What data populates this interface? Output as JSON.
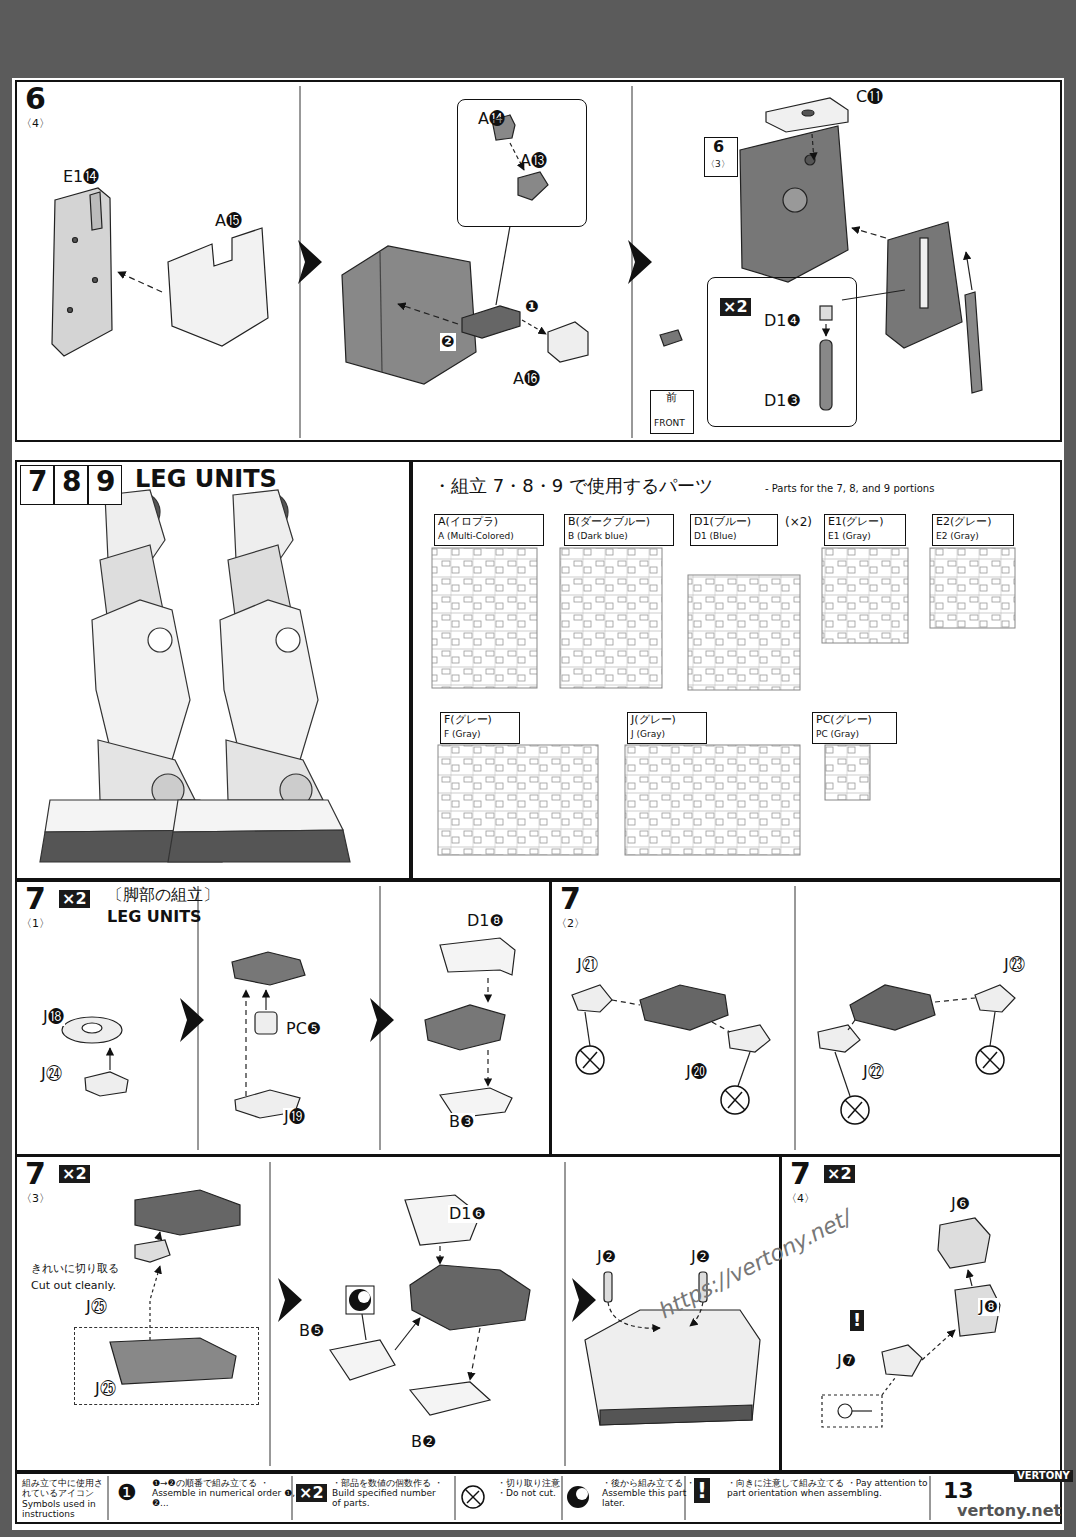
{
  "diagram": {
    "nodes": [
      {
        "text": [
          "6",
          "〈4〉"
        ]
      },
      {
        "text": [
          "A⓮",
          "A⓭"
        ],
        "in": 0
      },
      {
        "text": [
          "6",
          "〈3〉"
        ],
        "in": 0
      },
      {
        "text": [
          "×2",
          "D1❹",
          "D1❸"
        ],
        "in": 0
      },
      {
        "text": [
          "前",
          "FRONT"
        ],
        "in": 0
      },
      {
        "text": [
          "LEG UNITS"
        ]
      },
      {
        "text": [
          "7"
        ],
        "in": 5
      },
      {
        "text": [
          "8"
        ],
        "in": 5
      },
      {
        "text": [
          "9"
        ],
        "in": 5
      },
      {
        "text": [
          "・組立 7・8・9 で使用するパーツ",
          "- Parts for the 7, 8, and 9 portions"
        ]
      },
      {
        "text": [
          "A(イロプラ)",
          "A (Multi-Colored)"
        ],
        "in": 9
      },
      {
        "text": [
          "B(ダークブルー)",
          "B (Dark blue)"
        ],
        "in": 9
      },
      {
        "text": [
          "D1(ブルー)",
          "D1 (Blue)"
        ],
        "in": 9
      },
      {
        "text": [
          "E1(グレー)",
          "E1 (Gray)"
        ],
        "in": 9
      },
      {
        "text": [
          "E2(グレー)",
          "E2 (Gray)"
        ],
        "in": 9
      },
      {
        "text": [
          "F(グレー)",
          "F (Gray)"
        ],
        "in": 9
      },
      {
        "text": [
          "J(グレー)",
          "J (Gray)"
        ],
        "in": 9
      },
      {
        "text": [
          "PC(グレー)",
          "PC (Gray)"
        ],
        "in": 9
      },
      {
        "text": [
          "7",
          "〈1〉",
          "×2",
          "〔脚部の組立〕",
          "LEG UNITS"
        ]
      },
      {
        "text": [
          "7",
          "〈2〉"
        ]
      },
      {
        "text": [
          "7",
          "〈3〉",
          "×2"
        ]
      },
      {
        "text": [
          "J㉕"
        ],
        "in": 20
      },
      {
        "text": [
          "7",
          "〈4〉",
          "×2"
        ]
      },
      {
        "text": [
          "組み立て中に使用されているアイコン Symbols used in instructions"
        ]
      }
    ],
    "labels": [
      "E1⓮",
      "A⓯",
      "❶",
      "❷",
      "A⓰",
      "C⓫",
      "J⓲",
      "J㉔",
      "PC❺",
      "J⓳",
      "D1❽",
      "B❸",
      "J㉑",
      "J⓴",
      "J㉓",
      "J㉒",
      "きれいに切り取る",
      "Cut out cleanly.",
      "J㉕",
      "D1❻",
      "B❺",
      "B❷",
      "J❷",
      "J❷",
      "J❻",
      "J❽",
      "J❼",
      "(×2)",
      "13",
      "https://vertony.net/",
      "VERTONY",
      "vertony.net",
      "❶",
      "×2",
      "!",
      "!"
    ],
    "legend": [
      {
        "text": "❶→❷の順番で組み立てる ・Assemble in numerical order ❶, ❷..."
      },
      {
        "text": "・部品を数値の個数作る ・Build specified number of parts."
      },
      {
        "text": "・切り取り注意 ・Do not cut."
      },
      {
        "text": "・後から組み立てる ・Assemble this part later."
      },
      {
        "text": "・向きに注意して組み立てる ・Pay attention to part orientation when assembling."
      }
    ]
  }
}
